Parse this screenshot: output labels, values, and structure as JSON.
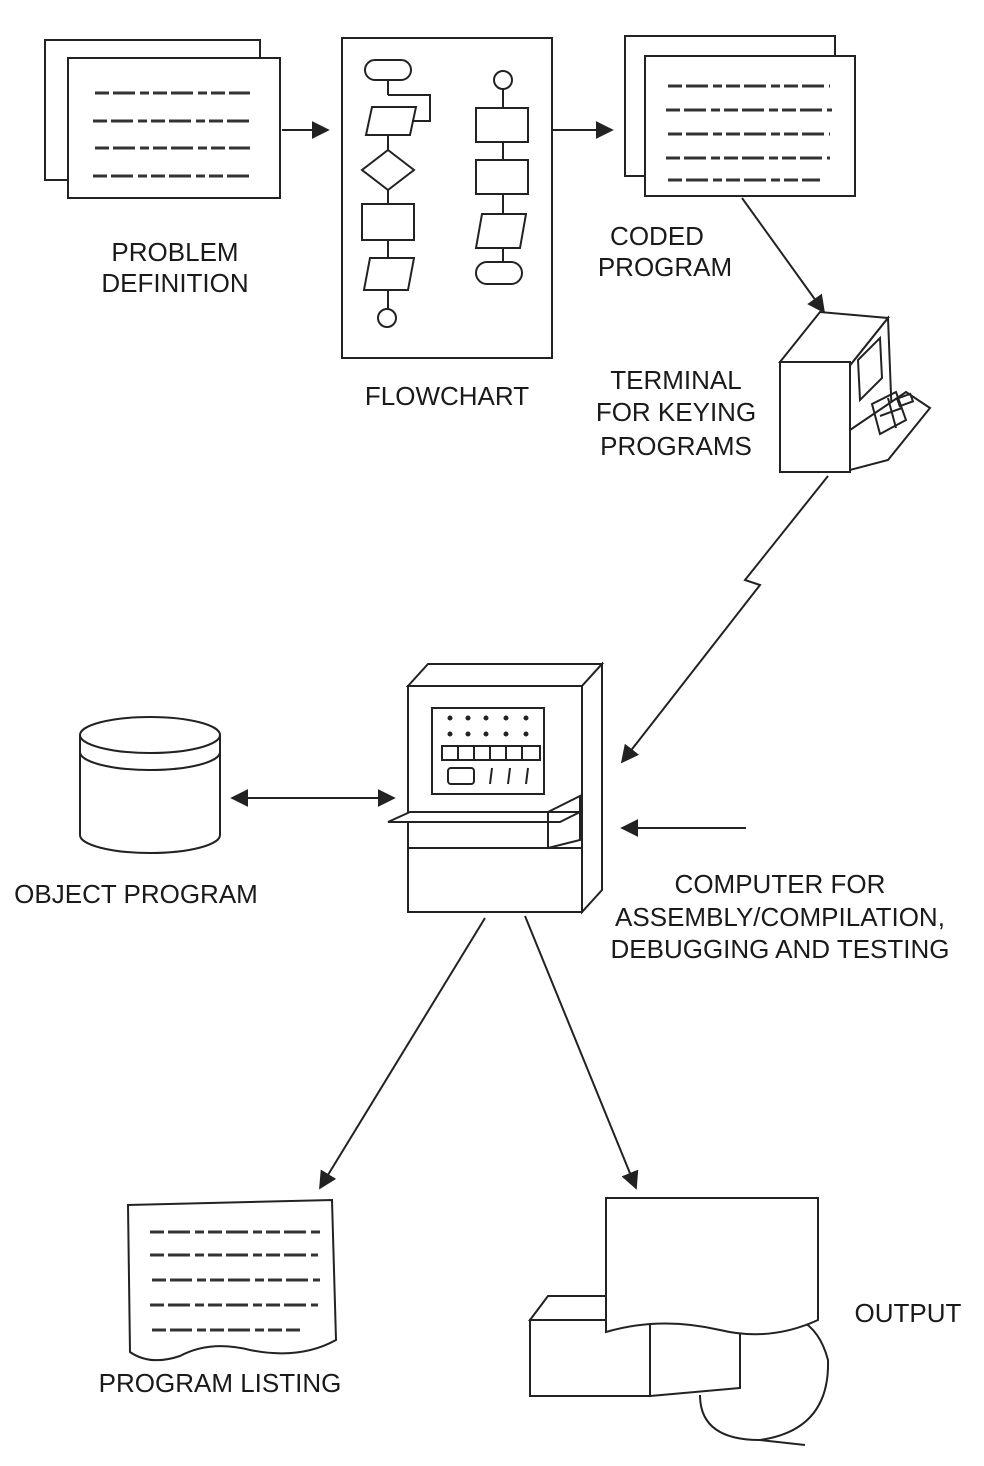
{
  "labels": {
    "problem_definition": [
      "PROBLEM",
      "DEFINITION"
    ],
    "flowchart": "FLOWCHART",
    "coded_program": [
      "CODED",
      "PROGRAM"
    ],
    "terminal": [
      "TERMINAL",
      "FOR KEYING",
      "PROGRAMS"
    ],
    "object_program": "OBJECT PROGRAM",
    "computer": [
      "COMPUTER FOR",
      "ASSEMBLY/COMPILATION,",
      "DEBUGGING AND TESTING"
    ],
    "program_listing": "PROGRAM LISTING",
    "output": "OUTPUT"
  }
}
